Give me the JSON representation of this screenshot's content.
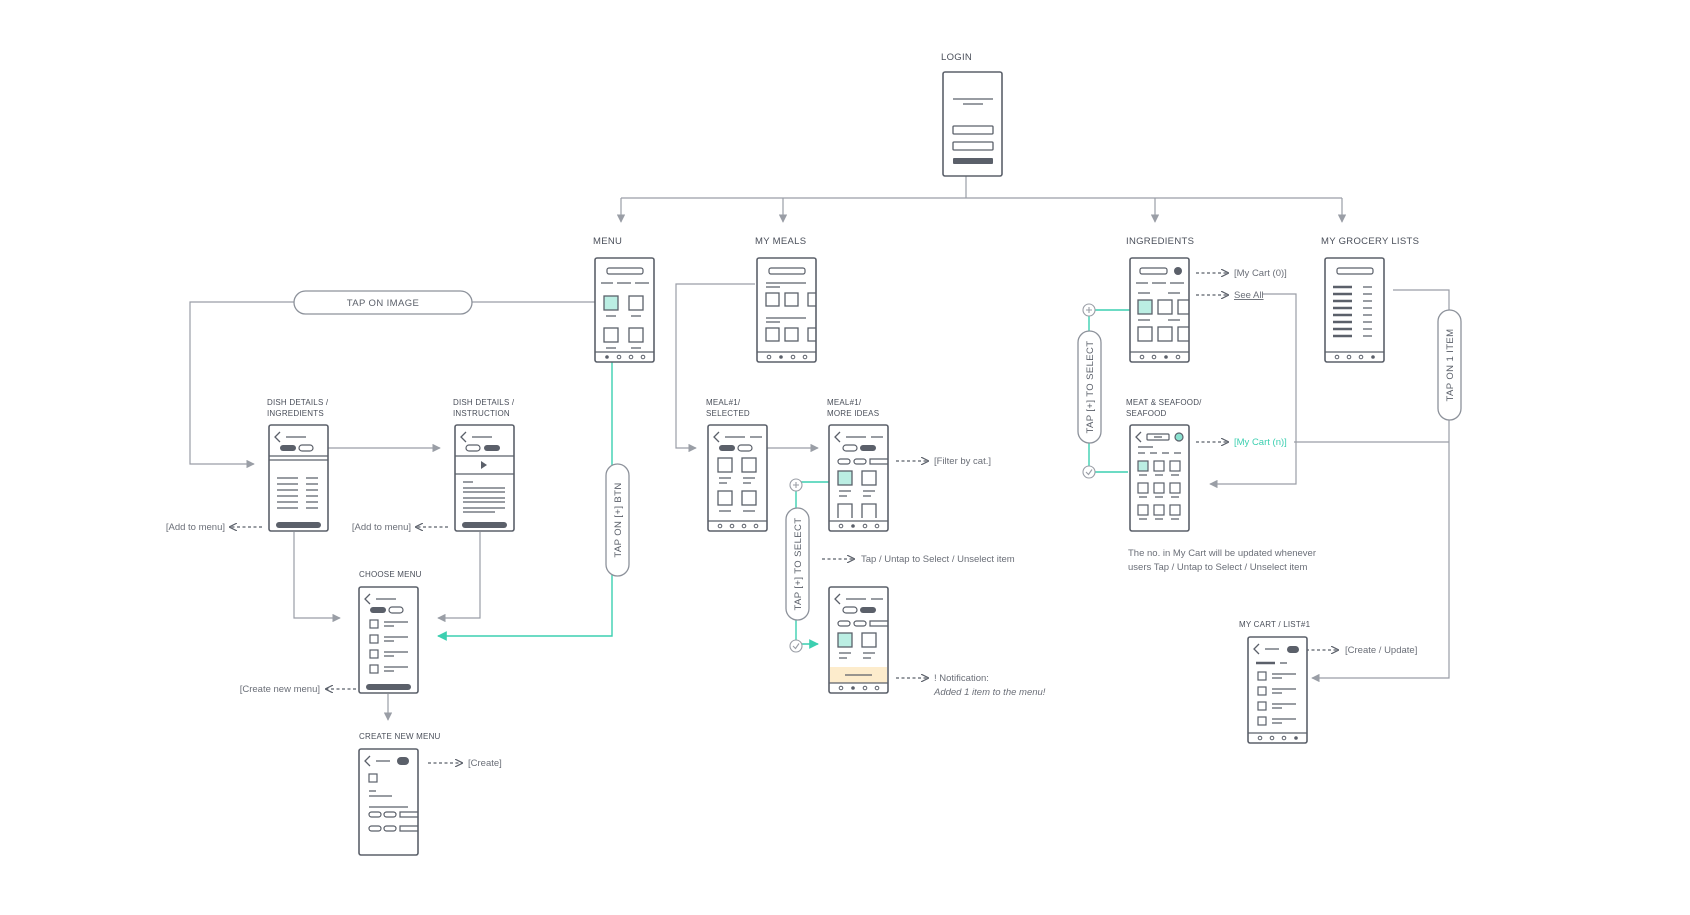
{
  "screens": {
    "login": "LOGIN",
    "menu": "MENU",
    "my_meals": "MY MEALS",
    "ingredients": "INGREDIENTS",
    "my_grocery_lists": "MY GROCERY LISTS",
    "dish_details_ingredients": [
      "DISH DETAILS /",
      "INGREDIENTS"
    ],
    "dish_details_instruction": [
      "DISH DETAILS /",
      "INSTRUCTION"
    ],
    "choose_menu": "CHOOSE MENU",
    "create_new_menu": "CREATE NEW MENU",
    "meal_selected": [
      "MEAL#1/",
      "SELECTED"
    ],
    "meal_more_ideas": [
      "MEAL#1/",
      "MORE IDEAS"
    ],
    "meat_seafood": [
      "MEAT & SEAFOOD/",
      "SEAFOOD"
    ],
    "my_cart_list": "MY CART / LIST#1"
  },
  "pills": {
    "tap_on_image": "TAP ON IMAGE",
    "tap_on_btn": "TAP ON [+] BTN",
    "tap_to_select_meals": "TAP  [+]  TO SELECT",
    "tap_to_select_ingredients": "TAP  [+]  TO SELECT",
    "tap_on_1_item": "TAP ON 1 ITEM"
  },
  "notes": {
    "add_to_menu_1": "[Add to menu]",
    "add_to_menu_2": "[Add to menu]",
    "create_new_menu": "[Create new menu]",
    "create": "[Create]",
    "filter_by_cat": "[Filter by cat.]",
    "tap_untap": "Tap / Untap to Select / Unselect item",
    "notification_1": "! Notification:",
    "notification_2": "Added 1 item to the menu!",
    "my_cart_0": "[My Cart (0)]",
    "see_all": "See All",
    "my_cart_n": "[My Cart (n)]",
    "cart_info_1": "The no. in My Cart will be updated whenever",
    "cart_info_2": "users Tap / Untap to Select / Unselect item",
    "create_update": "[Create / Update]"
  },
  "colors": {
    "accent": "#3ccfb0",
    "outline": "#5b606a",
    "connector": "#9a9ea6",
    "notification_bg": "#fdeccc"
  }
}
